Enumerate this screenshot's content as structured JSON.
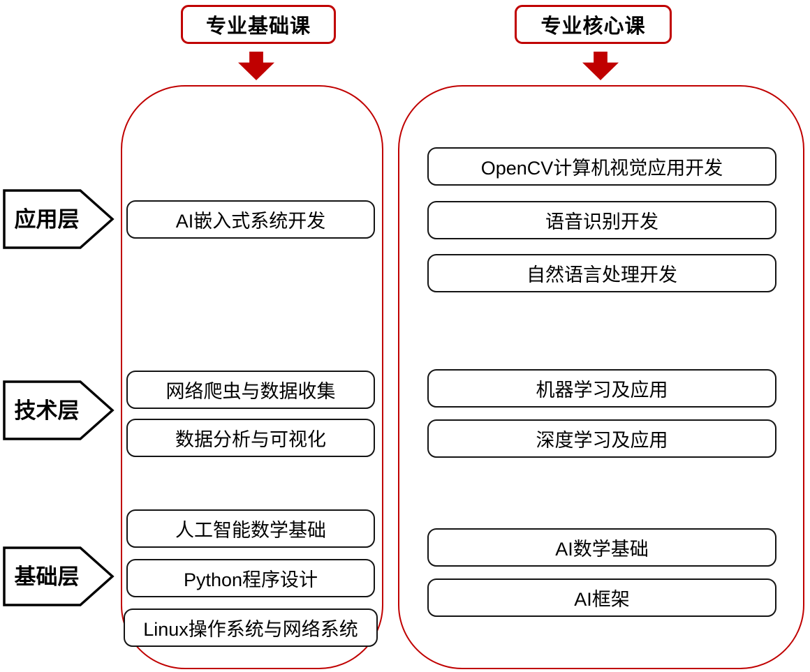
{
  "headers": [
    {
      "label": "专业基础课"
    },
    {
      "label": "专业核心课"
    }
  ],
  "layers": [
    {
      "label": "应用层"
    },
    {
      "label": "技术层"
    },
    {
      "label": "基础层"
    }
  ],
  "basic_column_courses": [
    {
      "label": "AI嵌入式系统开发",
      "layer": "应用层"
    },
    {
      "label": "网络爬虫与数据收集",
      "layer": "技术层"
    },
    {
      "label": "数据分析与可视化",
      "layer": "技术层"
    },
    {
      "label": "人工智能数学基础",
      "layer": "基础层"
    },
    {
      "label": "Python程序设计",
      "layer": "基础层"
    },
    {
      "label": "Linux操作系统与网络系统",
      "layer": "基础层"
    }
  ],
  "core_column_courses": [
    {
      "label": "OpenCV计算机视觉应用开发",
      "layer": "应用层"
    },
    {
      "label": "语音识别开发",
      "layer": "应用层"
    },
    {
      "label": "自然语言处理开发",
      "layer": "应用层"
    },
    {
      "label": "机器学习及应用",
      "layer": "技术层"
    },
    {
      "label": "深度学习及应用",
      "layer": "技术层"
    },
    {
      "label": "AI数学基础",
      "layer": "基础层"
    },
    {
      "label": "AI框架",
      "layer": "基础层"
    }
  ],
  "colors": {
    "accent_red": "#C00000",
    "box_border_black": "#141414"
  }
}
